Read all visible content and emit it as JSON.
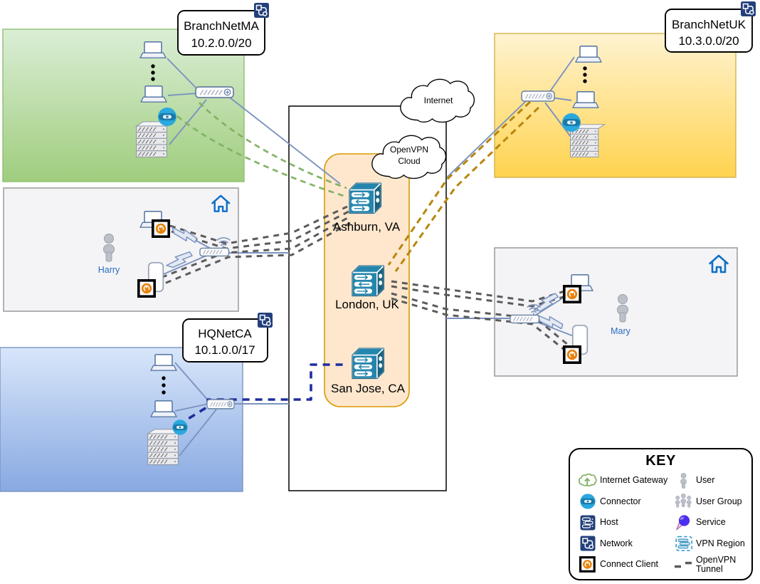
{
  "title": "OpenVPN Cloud network topology diagram",
  "clouds": {
    "internet": "Internet",
    "openvpn_line1": "OpenVPN",
    "openvpn_line2": "Cloud"
  },
  "networks": {
    "branch_ma": {
      "name": "BranchNetMA",
      "cidr": "10.2.0.0/20"
    },
    "branch_uk": {
      "name": "BranchNetUK",
      "cidr": "10.3.0.0/20"
    },
    "hq_ca": {
      "name": "HQNetCA",
      "cidr": "10.1.0.0/17"
    }
  },
  "vpn_regions": {
    "ashburn": "Ashburn, VA",
    "london": "London, UK",
    "san_jose": "San Jose, CA"
  },
  "users": {
    "harry": "Harry",
    "mary": "Mary"
  },
  "key": {
    "title": "KEY",
    "left": [
      {
        "label": "Internet Gateway"
      },
      {
        "label": "Connector"
      },
      {
        "label": "Host"
      },
      {
        "label": "Network"
      },
      {
        "label": "Connect Client"
      }
    ],
    "right": [
      {
        "label": "User"
      },
      {
        "label": "User Group"
      },
      {
        "label": "Service"
      },
      {
        "label": "VPN Region"
      },
      {
        "label": "OpenVPN Tunnel"
      }
    ]
  },
  "colors": {
    "branch_ma_fill_top": "#d9ecd3",
    "branch_ma_fill_bottom": "#9fcd7d",
    "branch_uk_fill_top": "#fff3d1",
    "branch_uk_fill_bottom": "#ffd34f",
    "hq_fill_top": "#d8e6fa",
    "hq_fill_bottom": "#88a9e1",
    "home_fill": "#f4f4f6",
    "openvpn_region_fill": "#ffe7cd",
    "openvpn_region_border": "#d79b00",
    "tunnel_gray": "#5b5b5b",
    "tunnel_green": "#82b366",
    "tunnel_orange": "#b8860b",
    "tunnel_navy": "#1f2d9e",
    "link_blue": "#7b93c0",
    "home_icon_blue": "#0e6fc8",
    "user_label_blue": "#2a6cc0",
    "connector_blue": "#29a9de",
    "vpn_region_teal": "#2586ad",
    "navy_icon": "#24407c",
    "connect_client_orange": "#e8820c"
  }
}
